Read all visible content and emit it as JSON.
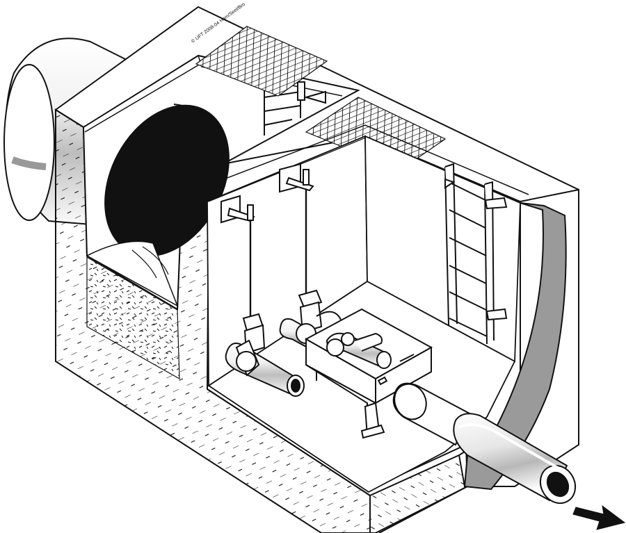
{
  "copyright": "© UFT 2008-04 Ham/Seel/Bro",
  "colors": {
    "outline": "#111111",
    "concrete": "#ffffff",
    "pipe_shade": "#c9c9c9",
    "dark_opening": "#111111",
    "grey_band": "#9a9a9a"
  },
  "components": [
    {
      "name": "inlet-pipe"
    },
    {
      "name": "inlet-chamber"
    },
    {
      "name": "equipment-chamber"
    },
    {
      "name": "grating-left"
    },
    {
      "name": "grating-right"
    },
    {
      "name": "ladder-left"
    },
    {
      "name": "ladder-right"
    },
    {
      "name": "gate-valve-front"
    },
    {
      "name": "gate-valve-back"
    },
    {
      "name": "flow-control-unit"
    },
    {
      "name": "outlet-pipe"
    },
    {
      "name": "flow-direction-arrow"
    }
  ]
}
